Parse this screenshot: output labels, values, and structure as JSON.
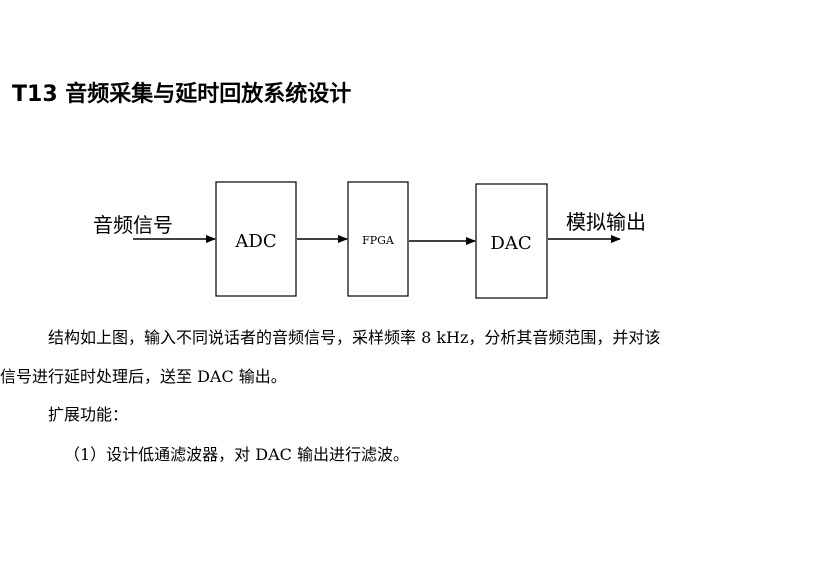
{
  "title": "T13  音频采集与延时回放系统设计",
  "diagram": {
    "input_label": "音频信号",
    "adc_label": "ADC",
    "fpga_label": "FPGA",
    "dac_label": "DAC",
    "output_label": "模拟输出"
  },
  "body": {
    "para1_line1": "结构如上图，输入不同说话者的音频信号，采样频率 8 kHz，分析其音频范围，并对该",
    "para1_line2": "信号进行延时处理后，送至 DAC 输出。",
    "ext_heading": "扩展功能：",
    "ext_item1": "（1）设计低通滤波器，对 DAC 输出进行滤波。"
  }
}
